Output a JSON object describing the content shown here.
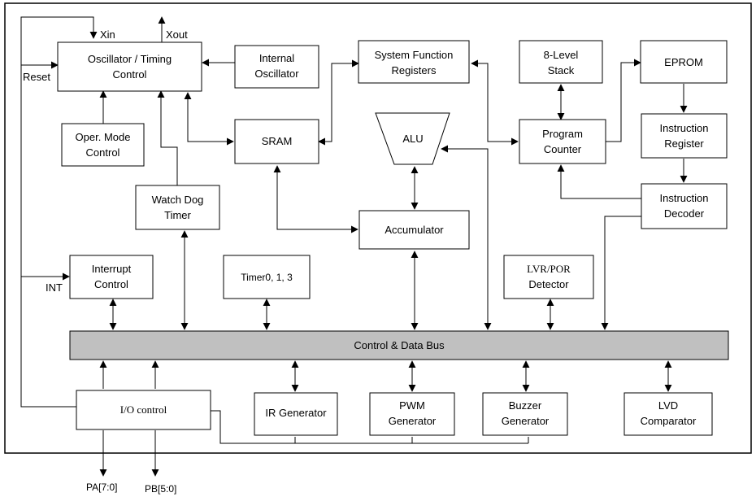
{
  "blocks": {
    "osc_timing": [
      "Oscillator / Timing",
      "Control"
    ],
    "internal_osc": [
      "Internal",
      "Oscillator"
    ],
    "sys_func_regs": [
      "System Function",
      "Registers"
    ],
    "stack": [
      "8-Level",
      "Stack"
    ],
    "eprom": [
      "EPROM"
    ],
    "oper_mode": [
      "Oper. Mode",
      "Control"
    ],
    "sram": [
      "SRAM"
    ],
    "alu": [
      "ALU"
    ],
    "program_counter": [
      "Program",
      "Counter"
    ],
    "instruction_register": [
      "Instruction",
      "Register"
    ],
    "watchdog": [
      "Watch Dog",
      "Timer"
    ],
    "accumulator": [
      "Accumulator"
    ],
    "instruction_decoder": [
      "Instruction",
      "Decoder"
    ],
    "interrupt": [
      "Interrupt",
      "Control"
    ],
    "timer": [
      "Timer0, 1, 3"
    ],
    "lvr_por": [
      "LVR/POR",
      "Detector"
    ],
    "bus": [
      "Control  & Data Bus"
    ],
    "io_control": [
      "I/O control"
    ],
    "ir_gen": [
      "IR Generator"
    ],
    "pwm_gen": [
      "PWM",
      "Generator"
    ],
    "buzzer_gen": [
      "Buzzer",
      "Generator"
    ],
    "lvd": [
      "LVD",
      "Comparator"
    ]
  },
  "signals": {
    "xin": "Xin",
    "xout": "Xout",
    "reset": "Reset",
    "int": "INT",
    "pa": "PA[7:0]",
    "pb": "PB[5:0]"
  }
}
